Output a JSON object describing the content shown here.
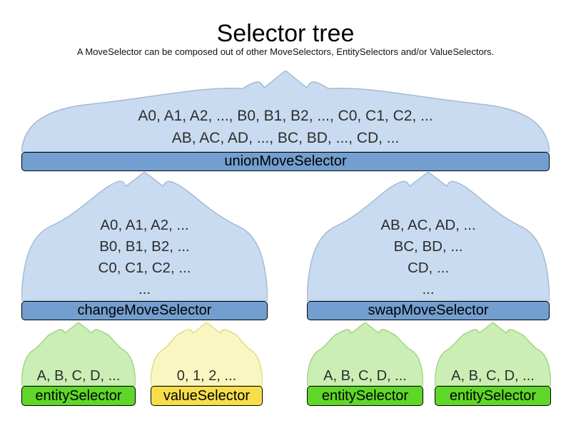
{
  "colors": {
    "background": "#ffffff",
    "blue_funnel_fill": "#c9dbf0",
    "blue_funnel_stroke": "#a3b7d1",
    "blue_bar_fill": "#729fcf",
    "green_funnel_fill": "#cbeeb4",
    "green_funnel_stroke": "#9ed37d",
    "green_bar_fill": "#5fd728",
    "yellow_funnel_fill": "#faf6c1",
    "yellow_funnel_stroke": "#e3d882",
    "yellow_bar_fill": "#f6de4b",
    "bar_border": "#000000",
    "text": "#2d2d2d"
  },
  "header": {
    "title": "Selector tree",
    "subtitle": "A MoveSelector can be composed out of other MoveSelectors, EntitySelectors and/or ValueSelectors."
  },
  "nodes": {
    "union": {
      "label": "unionMoveSelector",
      "lines": [
        "A0, A1, A2, ..., B0, B1, B2, ..., C0, C1, C2, ...",
        "AB, AC, AD, ..., BC, BD, ..., CD, ..."
      ]
    },
    "change": {
      "label": "changeMoveSelector",
      "lines": [
        "A0, A1, A2, ...",
        "B0, B1, B2, ...",
        "C0, C1, C2, ...",
        "..."
      ]
    },
    "swap": {
      "label": "swapMoveSelector",
      "lines": [
        "AB, AC, AD, ...",
        "BC, BD, ...",
        "CD, ...",
        "..."
      ]
    },
    "entity_left": {
      "label": "entitySelector",
      "lines": [
        "A, B, C, D, ..."
      ]
    },
    "value_left": {
      "label": "valueSelector",
      "lines": [
        "0, 1, 2, ..."
      ]
    },
    "entity_mid": {
      "label": "entitySelector",
      "lines": [
        "A, B, C, D, ..."
      ]
    },
    "entity_right": {
      "label": "entitySelector",
      "lines": [
        "A, B, C, D, ..."
      ]
    }
  }
}
